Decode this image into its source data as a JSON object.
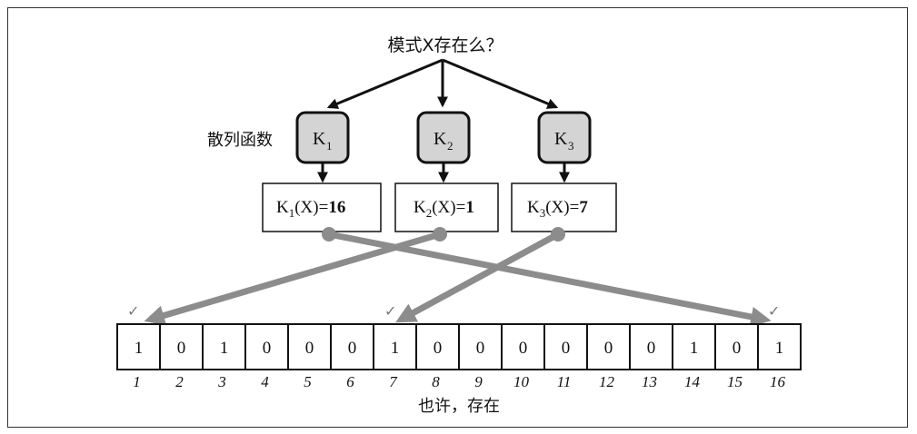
{
  "question": "模式X存在么？",
  "hash_label": "散列函数",
  "hash_functions": [
    {
      "name": "K",
      "sub": "1",
      "result_prefix": "(X)=",
      "result_value": "16"
    },
    {
      "name": "K",
      "sub": "2",
      "result_prefix": "(X)=",
      "result_value": "1"
    },
    {
      "name": "K",
      "sub": "3",
      "result_prefix": "(X)=",
      "result_value": "7"
    }
  ],
  "bits": [
    "1",
    "0",
    "1",
    "0",
    "0",
    "0",
    "1",
    "0",
    "0",
    "0",
    "0",
    "0",
    "0",
    "1",
    "0",
    "1"
  ],
  "indices": [
    "1",
    "2",
    "3",
    "4",
    "5",
    "6",
    "7",
    "8",
    "9",
    "10",
    "11",
    "12",
    "13",
    "14",
    "15",
    "16"
  ],
  "check_mark": "✓",
  "conclusion": "也许，存在",
  "colors": {
    "hash_box_fill": "#d4d4d4",
    "arrow_gray": "#8c8c8c",
    "border": "#111111"
  }
}
